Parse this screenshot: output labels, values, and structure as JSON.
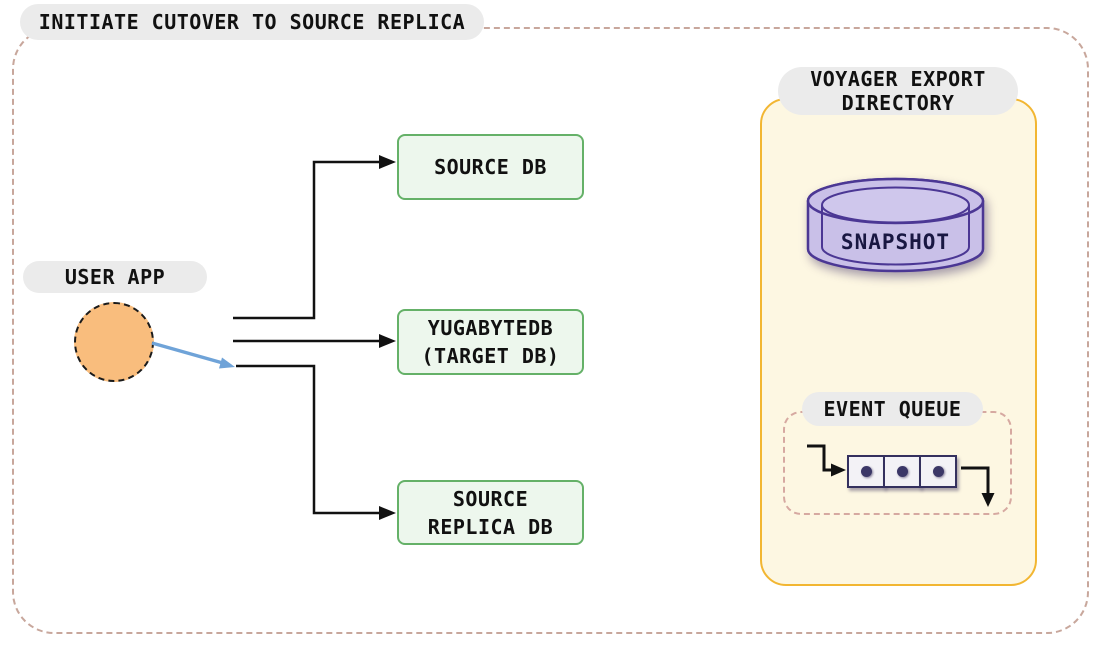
{
  "title": "INITIATE CUTOVER TO SOURCE REPLICA",
  "user_app": {
    "label": "USER APP"
  },
  "databases": [
    {
      "id": "source-db",
      "lines": [
        "SOURCE DB"
      ]
    },
    {
      "id": "yugabytedb-target",
      "lines": [
        "YUGABYTEDB",
        "(TARGET DB)"
      ]
    },
    {
      "id": "source-replica-db",
      "lines": [
        "SOURCE",
        "REPLICA DB"
      ]
    }
  ],
  "voyager": {
    "title_lines": [
      "VOYAGER EXPORT",
      "DIRECTORY"
    ],
    "snapshot_label": "SNAPSHOT",
    "event_queue": {
      "label": "EVENT QUEUE",
      "item_count": 3
    }
  },
  "edges": [
    {
      "from": "USER APP",
      "to": "SOURCE DB",
      "style": "black-arrow"
    },
    {
      "from": "USER APP",
      "to": "YUGABYTEDB (TARGET DB)",
      "style": "black-arrow"
    },
    {
      "from": "USER APP",
      "to": "SOURCE REPLICA DB",
      "style": "black-arrow"
    },
    {
      "from": "USER APP",
      "to": "SOURCE REPLICA DB",
      "style": "blue-cutover-arrow"
    }
  ],
  "colors": {
    "outer_border": "#c8a79c",
    "pill_bg": "#ebebeb",
    "text": "#111111",
    "user_app_fill": "#f9bd7d",
    "db_box_fill": "#edf7ed",
    "db_box_border": "#65b168",
    "voyager_fill": "#fdf7e2",
    "voyager_border": "#f2b632",
    "snapshot_fill": "#c9c0e8",
    "snapshot_border": "#4b3794",
    "snapshot_text": "#191742",
    "event_queue_border": "#d6a9a1",
    "queue_box_fill": "#f3f2f6",
    "queue_box_border": "#34305e",
    "cutover_arrow": "#6fa3d8",
    "connector": "#111111"
  }
}
